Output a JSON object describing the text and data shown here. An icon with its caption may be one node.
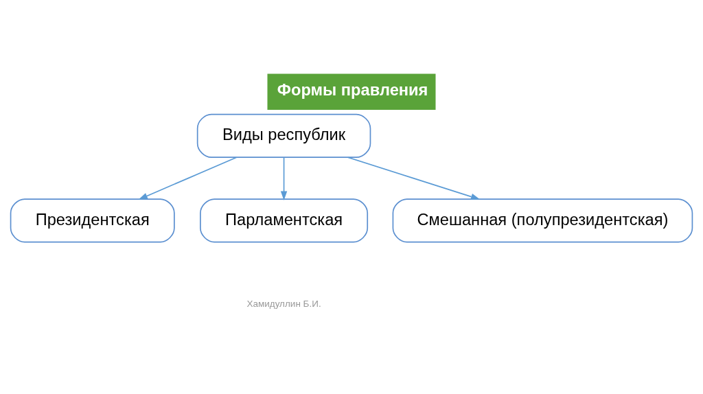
{
  "diagram": {
    "title": "Формы правления",
    "nodes": [
      {
        "text": [
          "Виды республик"
        ]
      },
      {
        "text": [
          "Президентская"
        ]
      },
      {
        "text": [
          "Парламентская"
        ]
      },
      {
        "text": [
          "Смешанная (полупрезидентская)"
        ]
      }
    ],
    "edges": [
      {
        "from": 0,
        "to": 1,
        "arrow": "to"
      },
      {
        "from": 0,
        "to": 2,
        "arrow": "to"
      },
      {
        "from": 0,
        "to": 3,
        "arrow": "to"
      }
    ],
    "labels": [
      "Хамидуллин Б.И."
    ]
  }
}
